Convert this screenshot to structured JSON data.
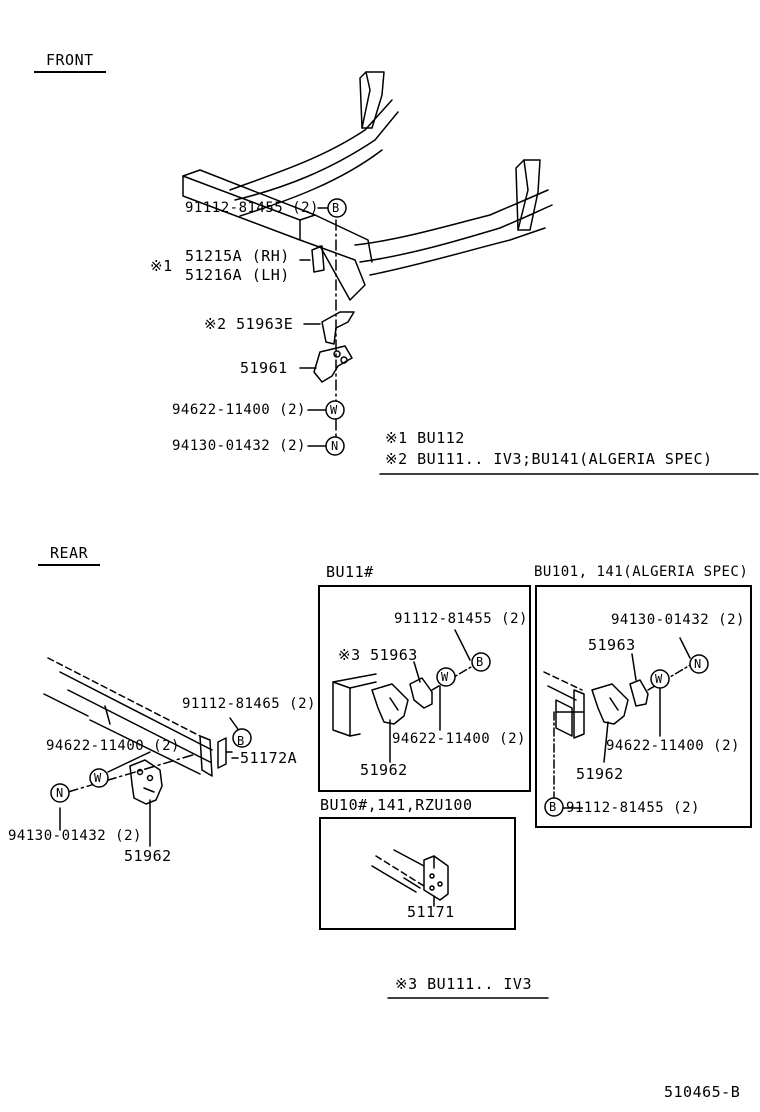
{
  "front": {
    "section_label": "FRONT",
    "labels": {
      "bolt": "91112-81455 (2)",
      "bracket_mark": "※1",
      "bracket_rh": "51215A (RH)",
      "bracket_lh": "51216A (LH)",
      "hook_bracket": "※2 51963E",
      "hook": "51961",
      "washer": "94622-11400 (2)",
      "nut": "94130-01432 (2)"
    },
    "notes": [
      "※1 BU112",
      "※2 BU111.. IV3;BU141(ALGERIA SPEC)"
    ]
  },
  "rear": {
    "section_label": "REAR",
    "labels": {
      "bolt": "91112-81465 (2)",
      "bracket": "51172A",
      "washer": "94622-11400 (2)",
      "nut": "94130-01432 (2)",
      "hook": "51962"
    }
  },
  "inset_bu11": {
    "title": "BU11#",
    "labels": {
      "bolt": "91112-81455 (2)",
      "bracket": "※3 51963",
      "washer": "94622-11400 (2)",
      "hook": "51962"
    }
  },
  "inset_algeria": {
    "title": "BU101, 141(ALGERIA SPEC)",
    "labels": {
      "nut": "94130-01432 (2)",
      "bracket": "51963",
      "washer": "94622-11400 (2)",
      "hook": "51962",
      "bolt": "91112-81455 (2)"
    }
  },
  "inset_bu10": {
    "title": "BU10#,141,RZU100",
    "labels": {
      "bracket": "51171"
    }
  },
  "note3": "※3 BU111.. IV3",
  "drawing_number": "510465-B",
  "symbols": {
    "bolt": "B",
    "washer": "W",
    "nut": "N"
  }
}
